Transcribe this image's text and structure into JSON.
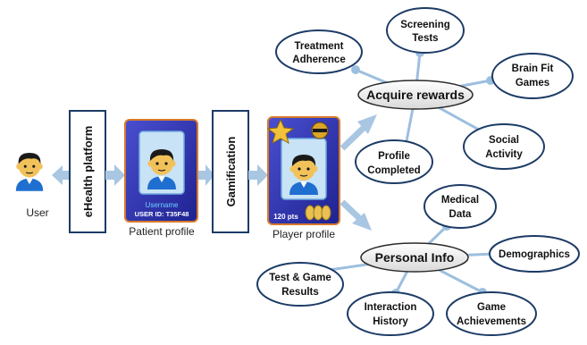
{
  "user_label": "User",
  "ehealth_label": "eHealth platform",
  "gamification_label": "Gamification",
  "patient_profile": {
    "caption": "Patient profile",
    "username": "Username",
    "user_id": "USER ID: T35F48"
  },
  "player_profile": {
    "caption": "Player profile",
    "points": "120 pts"
  },
  "rewards": {
    "hub": "Acquire rewards",
    "nodes": {
      "treatment_1": "Treatment",
      "treatment_2": "Adherence",
      "screening_1": "Screening",
      "screening_2": "Tests",
      "brainfit_1": "Brain Fit",
      "brainfit_2": "Games",
      "social_1": "Social",
      "social_2": "Activity",
      "profile_1": "Profile",
      "profile_2": "Completed"
    }
  },
  "personal": {
    "hub": "Personal Info",
    "nodes": {
      "medical_1": "Medical",
      "medical_2": "Data",
      "demographics": "Demographics",
      "testgame_1": "Test & Game",
      "testgame_2": "Results",
      "interaction_1": "Interaction",
      "interaction_2": "History",
      "achievements_1": "Game",
      "achievements_2": "Achievements"
    }
  },
  "colors": {
    "arrow": "#a9c6e2",
    "connector": "#9dbfdf",
    "card_border": "#d97a2a",
    "card_fill": "#2b2fa8",
    "skin": "#f2c25a",
    "shirt": "#1f6fd0",
    "hair": "#1a1a1a"
  }
}
